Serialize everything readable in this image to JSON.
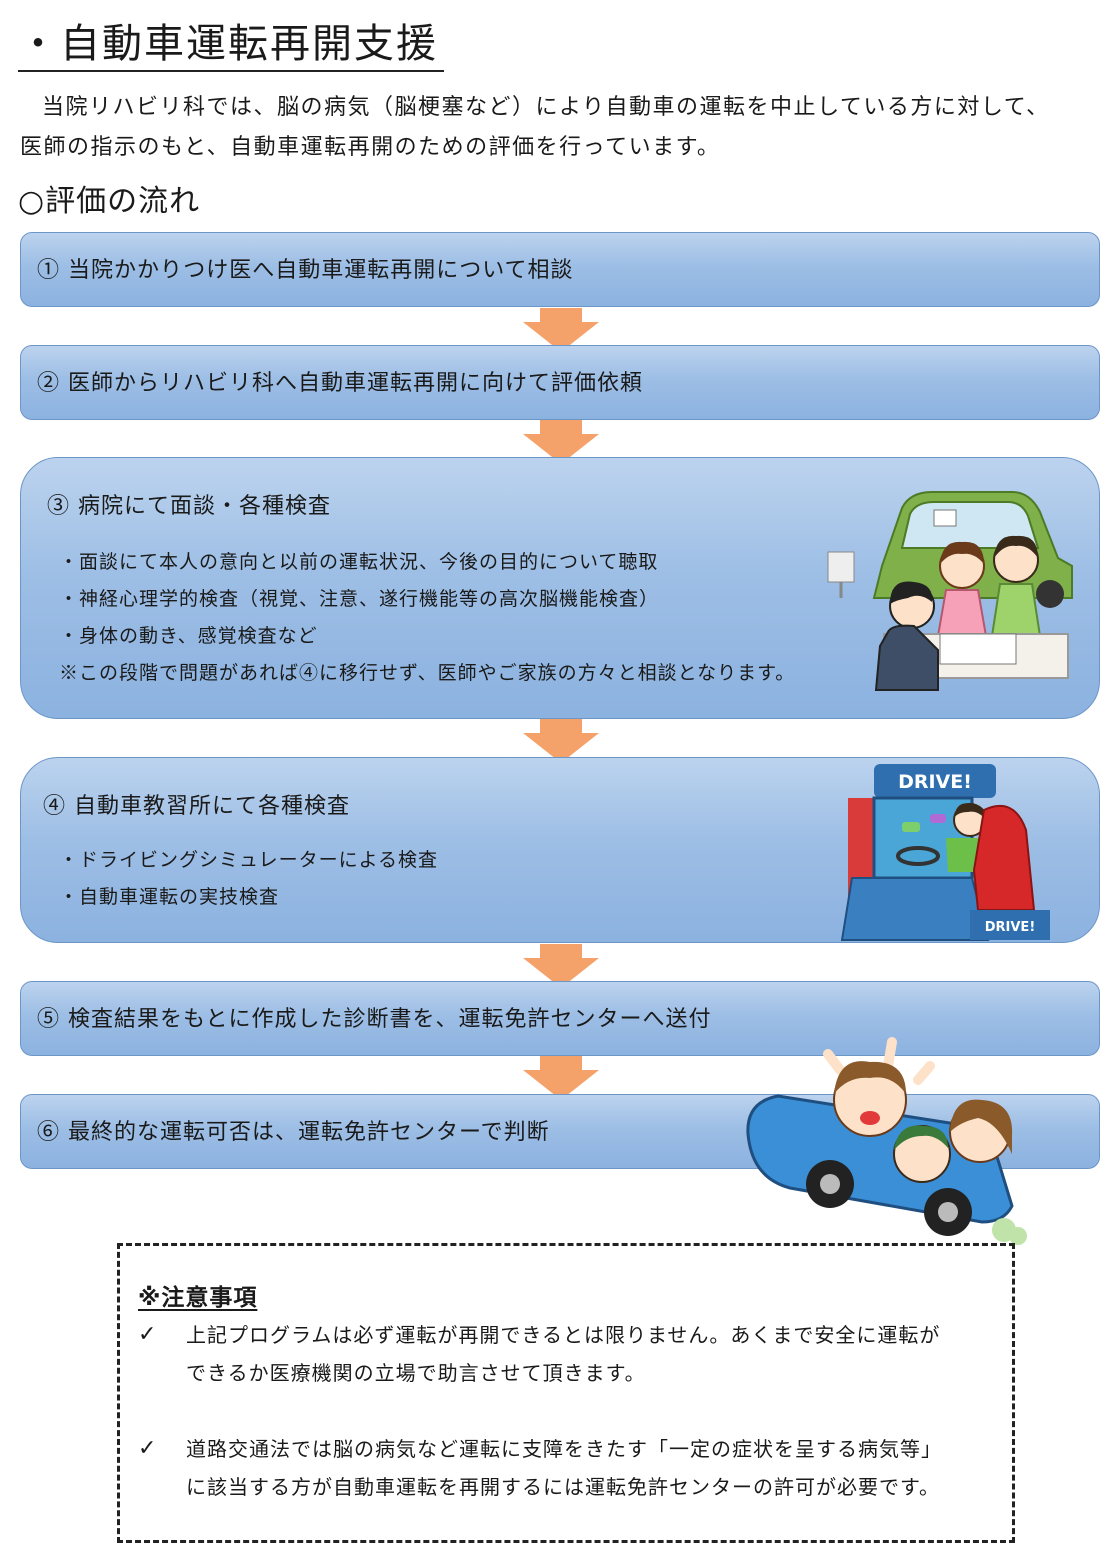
{
  "page_title": "・自動車運転再開支援",
  "intro": {
    "line1": "当院リハビリ科では、脳の病気（脳梗塞など）により自動車の運転を中止している方に対して、",
    "line2": "医師の指示のもと、自動車運転再開のための評価を行っています。"
  },
  "flow_heading": "○評価の流れ",
  "steps": [
    {
      "title": "①  当院かかりつけ医へ自動車運転再開について相談"
    },
    {
      "title": "②  医師からリハビリ科へ自動車運転再開に向けて評価依頼"
    },
    {
      "title": "③  病院にて面談・各種検査",
      "bullets": [
        "・面談にて本人の意向と以前の運転状況、今後の目的について聴取",
        "・神経心理学的検査（視覚、注意、遂行機能等の高次脳機能検査）",
        "・身体の動き、感覚検査など"
      ],
      "note": "※この段階で問題があれば④に移行せず、医師やご家族の方々と相談となります。"
    },
    {
      "title": "④  自動車教習所にて各種検査",
      "bullets": [
        "・ドライビングシミュレーターによる検査",
        "・自動車運転の実技検査"
      ]
    },
    {
      "title": "⑤  検査結果をもとに作成した診断書を、運転免許センターへ送付"
    },
    {
      "title": "⑥  最終的な運転可否は、運転免許センターで判断"
    }
  ],
  "illustrations": {
    "simulator_sign_top": "DRIVE!",
    "simulator_sign_bottom": "DRIVE!"
  },
  "caution": {
    "title": "※注意事項",
    "check_symbol": "✓",
    "items": [
      {
        "line1": "上記プログラムは必ず運転が再開できるとは限りません。あくまで安全に運転が",
        "line2": "できるか医療機関の立場で助言させて頂きます。"
      },
      {
        "line1": "道路交通法では脳の病気など運転に支障をきたす「一定の症状を呈する病気等」",
        "line2": "に該当する方が自動車運転を再開するには運転免許センターの許可が必要です。"
      }
    ]
  },
  "colors": {
    "step_fill": "#9dbee5",
    "step_border": "#6d96c8",
    "arrow": "#f5a26a"
  }
}
